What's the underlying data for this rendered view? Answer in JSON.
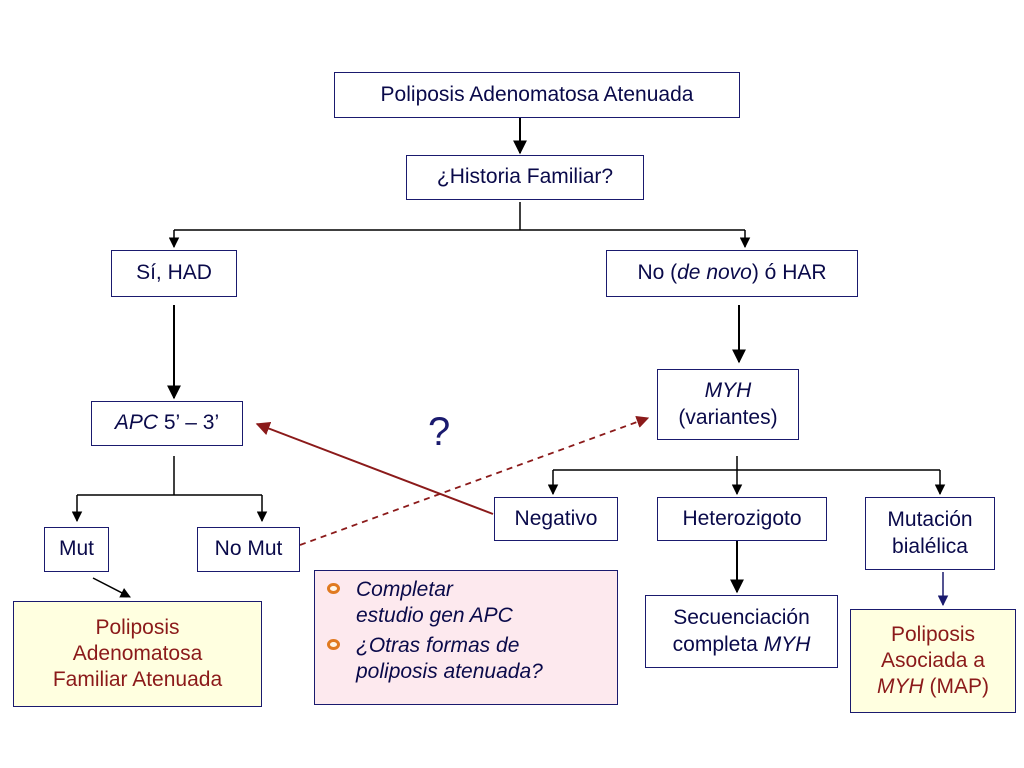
{
  "nodes": {
    "root": "Poliposis Adenomatosa Atenuada",
    "historia": "¿Historia Familiar?",
    "si_had": "Sí, HAD",
    "no_de_novo": {
      "pre": "No (",
      "em": "de novo",
      "post": ") ó HAR"
    },
    "apc": {
      "em": "APC",
      "post": " 5’ – 3’"
    },
    "myh": {
      "em": "MYH",
      "post": "(variantes)"
    },
    "mut": "Mut",
    "no_mut": "No Mut",
    "negativo": "Negativo",
    "heterozigoto": "Heterozigoto",
    "mutacion": {
      "line1": "Mutación",
      "line2": "bialélica"
    },
    "paf": {
      "line1": "Poliposis",
      "line2": "Adenomatosa",
      "line3": "Familiar Atenuada"
    },
    "secuenciacion": {
      "line1": "Secuenciación",
      "pre": "completa ",
      "em": "MYH"
    },
    "map": {
      "line1": "Poliposis",
      "line2": "Asociada a",
      "em": "MYH",
      "post": " (MAP)"
    }
  },
  "question_mark": "?",
  "note": {
    "items": [
      {
        "line1": "Completar",
        "line2": "estudio gen APC"
      },
      {
        "line1": "¿Otras formas de",
        "line2": "poliposis atenuada?"
      }
    ]
  },
  "colors": {
    "border": "#1a1a6e",
    "arrow_black": "#000000",
    "arrow_red": "#8b1a1a",
    "result_fill": "#ffffe0",
    "result_text": "#8b1a1a",
    "note_fill": "#fde9ee",
    "bullet": "#e07a20"
  }
}
